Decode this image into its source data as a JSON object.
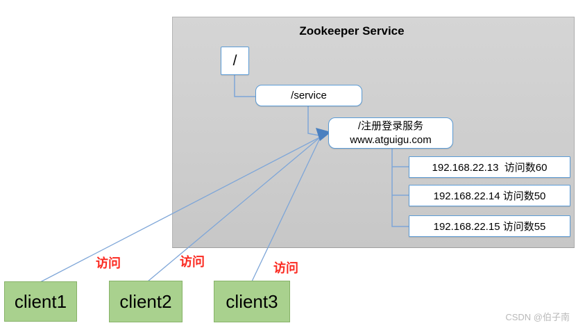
{
  "panel": {
    "title": "Zookeeper Service"
  },
  "tree": {
    "root_label": "/",
    "service_label": "/service",
    "registry": {
      "line1": "/注册登录服务",
      "line2": "www.atguigu.com"
    },
    "servers": [
      "192.168.22.13  访问数60",
      "192.168.22.14 访问数50",
      "192.168.22.15 访问数55"
    ]
  },
  "clients": [
    {
      "label": "client1"
    },
    {
      "label": "client2"
    },
    {
      "label": "client3"
    }
  ],
  "access_labels": [
    "访问",
    "访问",
    "访问"
  ],
  "watermark": "CSDN @伯子南",
  "colors": {
    "panel_fill": "#cecece",
    "panel_border": "#b3b3b3",
    "node_border": "#5b9bd5",
    "node_fill": "#ffffff",
    "client_fill": "#a9d18e",
    "client_border": "#86b267",
    "edge_line": "#7ea6d8",
    "arrowhead": "#4a80c0",
    "access_text": "#fb2a21",
    "watermark_text": "#b9b9b9"
  }
}
